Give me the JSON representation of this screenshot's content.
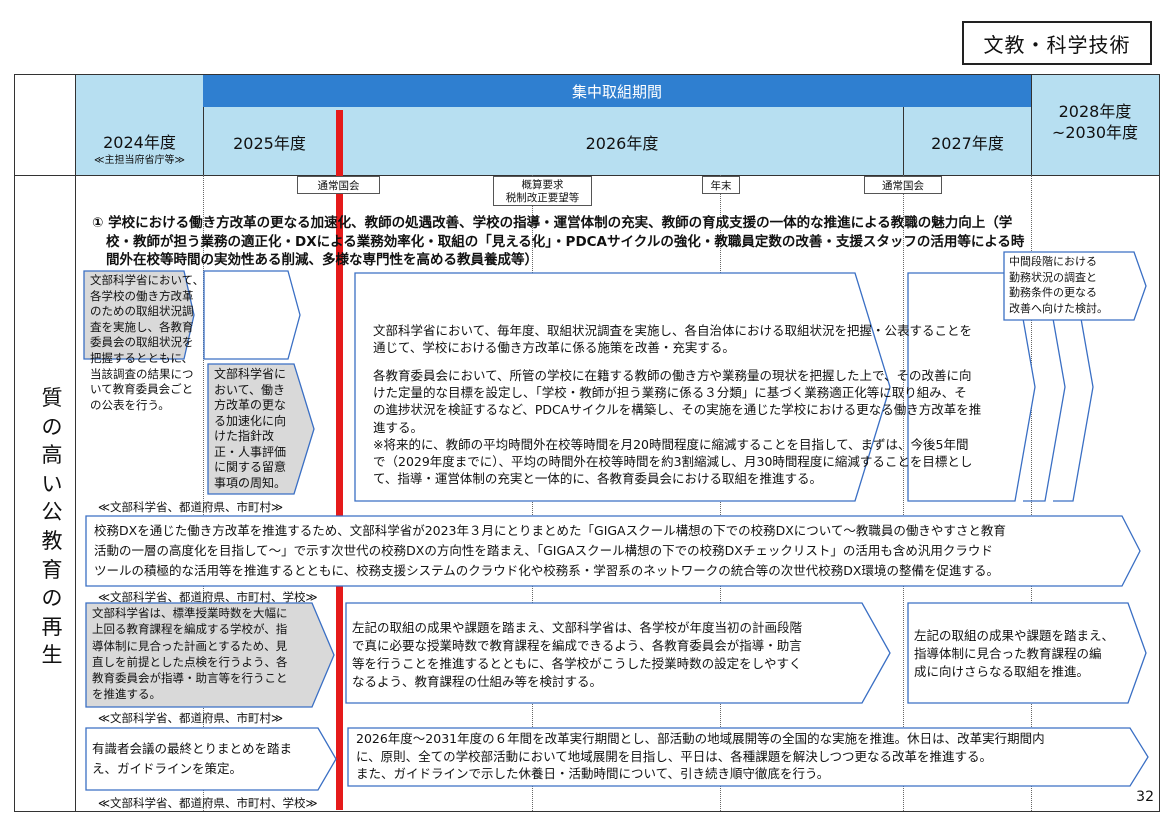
{
  "tag": "文教・科学技術",
  "page_number": "32",
  "side_label": "質の高い公教育の再生",
  "header": {
    "concentrated_period": "集中取組期間",
    "col_2024": "2024年度",
    "col_2024_sub": "≪主担当府省庁等≫",
    "col_2025": "2025年度",
    "col_2026": "2026年度",
    "col_2027": "2027年度",
    "col_2028_a": "2028年度",
    "col_2028_b": "~2030年度"
  },
  "milestones": {
    "ordinary_diet_1": "通常国会",
    "budget_a": "概算要求",
    "budget_b": "税制改正要望等",
    "year_end": "年末",
    "ordinary_diet_2": "通常国会"
  },
  "heading": {
    "line1": "① 学校における働き方改革の更なる加速化、教師の処遇改善、学校の指導・運営体制の充実、教師の育成支援の一体的な推進による教職の魅力向上（学",
    "line2": "校・教師が担う業務の適正化・DXによる業務効率化・取組の「見える化」・PDCAサイクルの強化・教職員定数の改善・支援スタッフの活用等による時",
    "line3": "間外在校等時間の実効性ある削減、多様な専門性を高める教員養成等）"
  },
  "boxes": {
    "b1": "文部科学省において、各学校の働き方改革のための取組状況調査を実施し、各教育委員会の取組状況を把握するとともに、当該調査の結果について教育委員会ごとの公表を行う。",
    "b1_lines": [
      "文部科学省において、",
      "各学校の働き方改革",
      "のための取組状況調",
      "査を実施し、各教育",
      "委員会の取組状況を",
      "把握するとともに、",
      "当該調査の結果につ",
      "いて教育委員会ごと",
      "の公表を行う。"
    ],
    "b2_lines": [
      "文部科学省に",
      "おいて、働き",
      "方改革の更な",
      "る加速化に向",
      "けた指針改",
      "正・人事評価",
      "に関する留意",
      "事項の周知。"
    ],
    "b3_p1_lines": [
      "文部科学省において、毎年度、取組状況調査を実施し、各自治体における取組状況を把握・公表することを",
      "通じて、学校における働き方改革に係る施策を改善・充実する。"
    ],
    "b3_p2_lines": [
      "各教育委員会において、所管の学校に在籍する教師の働き方や業務量の現状を把握した上で、その改善に向",
      "けた定量的な目標を設定し、「学校・教師が担う業務に係る３分類」に基づく業務適正化等に取り組み、そ",
      "の進捗状況を検証するなど、PDCAサイクルを構築し、その実施を通じた学校における更なる働き方改革を推",
      "進する。",
      "※将来的に、教師の平均時間外在校等時間を月20時間程度に縮減することを目指して、まずは、今後5年間",
      "で（2029年度までに）、平均の時間外在校等時間を約3割縮減し、月30時間程度に縮減することを目標とし",
      "て、指導・運営体制の充実と一体的に、各教育委員会における取組を推進する。"
    ],
    "b4_lines": [
      "中間段階における",
      "勤務状況の調査と",
      "勤務条件の更なる",
      "改善へ向けた検討。"
    ],
    "scope1": "≪文部科学省、都道府県、市町村≫",
    "b5_lines": [
      "校務DXを通じた働き方改革を推進するため、文部科学省が2023年３月にとりまとめた「GIGAスクール構想の下での校務DXについて～教職員の働きやすさと教育",
      "活動の一層の高度化を目指して～」で示す次世代の校務DXの方向性を踏まえ、「GIGAスクール構想の下での校務DXチェックリスト」の活用も含め汎用クラウド",
      "ツールの積極的な活用等を推進するとともに、校務支援システムのクラウド化や校務系・学習系のネットワークの統合等の次世代校務DX環境の整備を促進する。"
    ],
    "scope2": "≪文部科学省、都道府県、市町村、学校≫",
    "b6_lines": [
      "文部科学省は、標準授業時数を大幅に",
      "上回る教育課程を編成する学校が、指",
      "導体制に見合った計画とするため、見",
      "直しを前提とした点検を行うよう、各",
      "教育委員会が指導・助言等を行うこと",
      "を推進する。"
    ],
    "b7_lines": [
      "左記の取組の成果や課題を踏まえ、文部科学省は、各学校が年度当初の計画段階",
      "で真に必要な授業時数で教育課程を編成できるよう、各教育委員会が指導・助言",
      "等を行うことを推進するとともに、各学校がこうした授業時数の設定をしやすく",
      "なるよう、教育課程の仕組み等を検討する。"
    ],
    "b8_lines": [
      "左記の取組の成果や課題を踏まえ、",
      "指導体制に見合った教育課程の編",
      "成に向けさらなる取組を推進。"
    ],
    "scope3": "≪文部科学省、都道府県、市町村≫",
    "b9_lines": [
      "有識者会議の最終とりまとめを踏ま",
      "え、ガイドラインを策定。"
    ],
    "b10_lines": [
      "2026年度～2031年度の６年間を改革実行期間とし、部活動の地域展開等の全国的な実施を推進。休日は、改革実行期間内",
      "に、原則、全ての学校部活動において地域展開を目指し、平日は、各種課題を解決しつつ更なる改革を推進する。",
      "また、ガイドラインで示した休養日・活動時間について、引き続き順守徹底を行う。"
    ],
    "scope4": "≪文部科学省、都道府県、市町村、学校≫"
  },
  "colors": {
    "header_light": "#b7dff1",
    "header_blue": "#2f7fd0",
    "arrow_border": "#3a6fc4",
    "gray_fill": "#d9d9d9",
    "red_bar": "#e51a1a"
  }
}
